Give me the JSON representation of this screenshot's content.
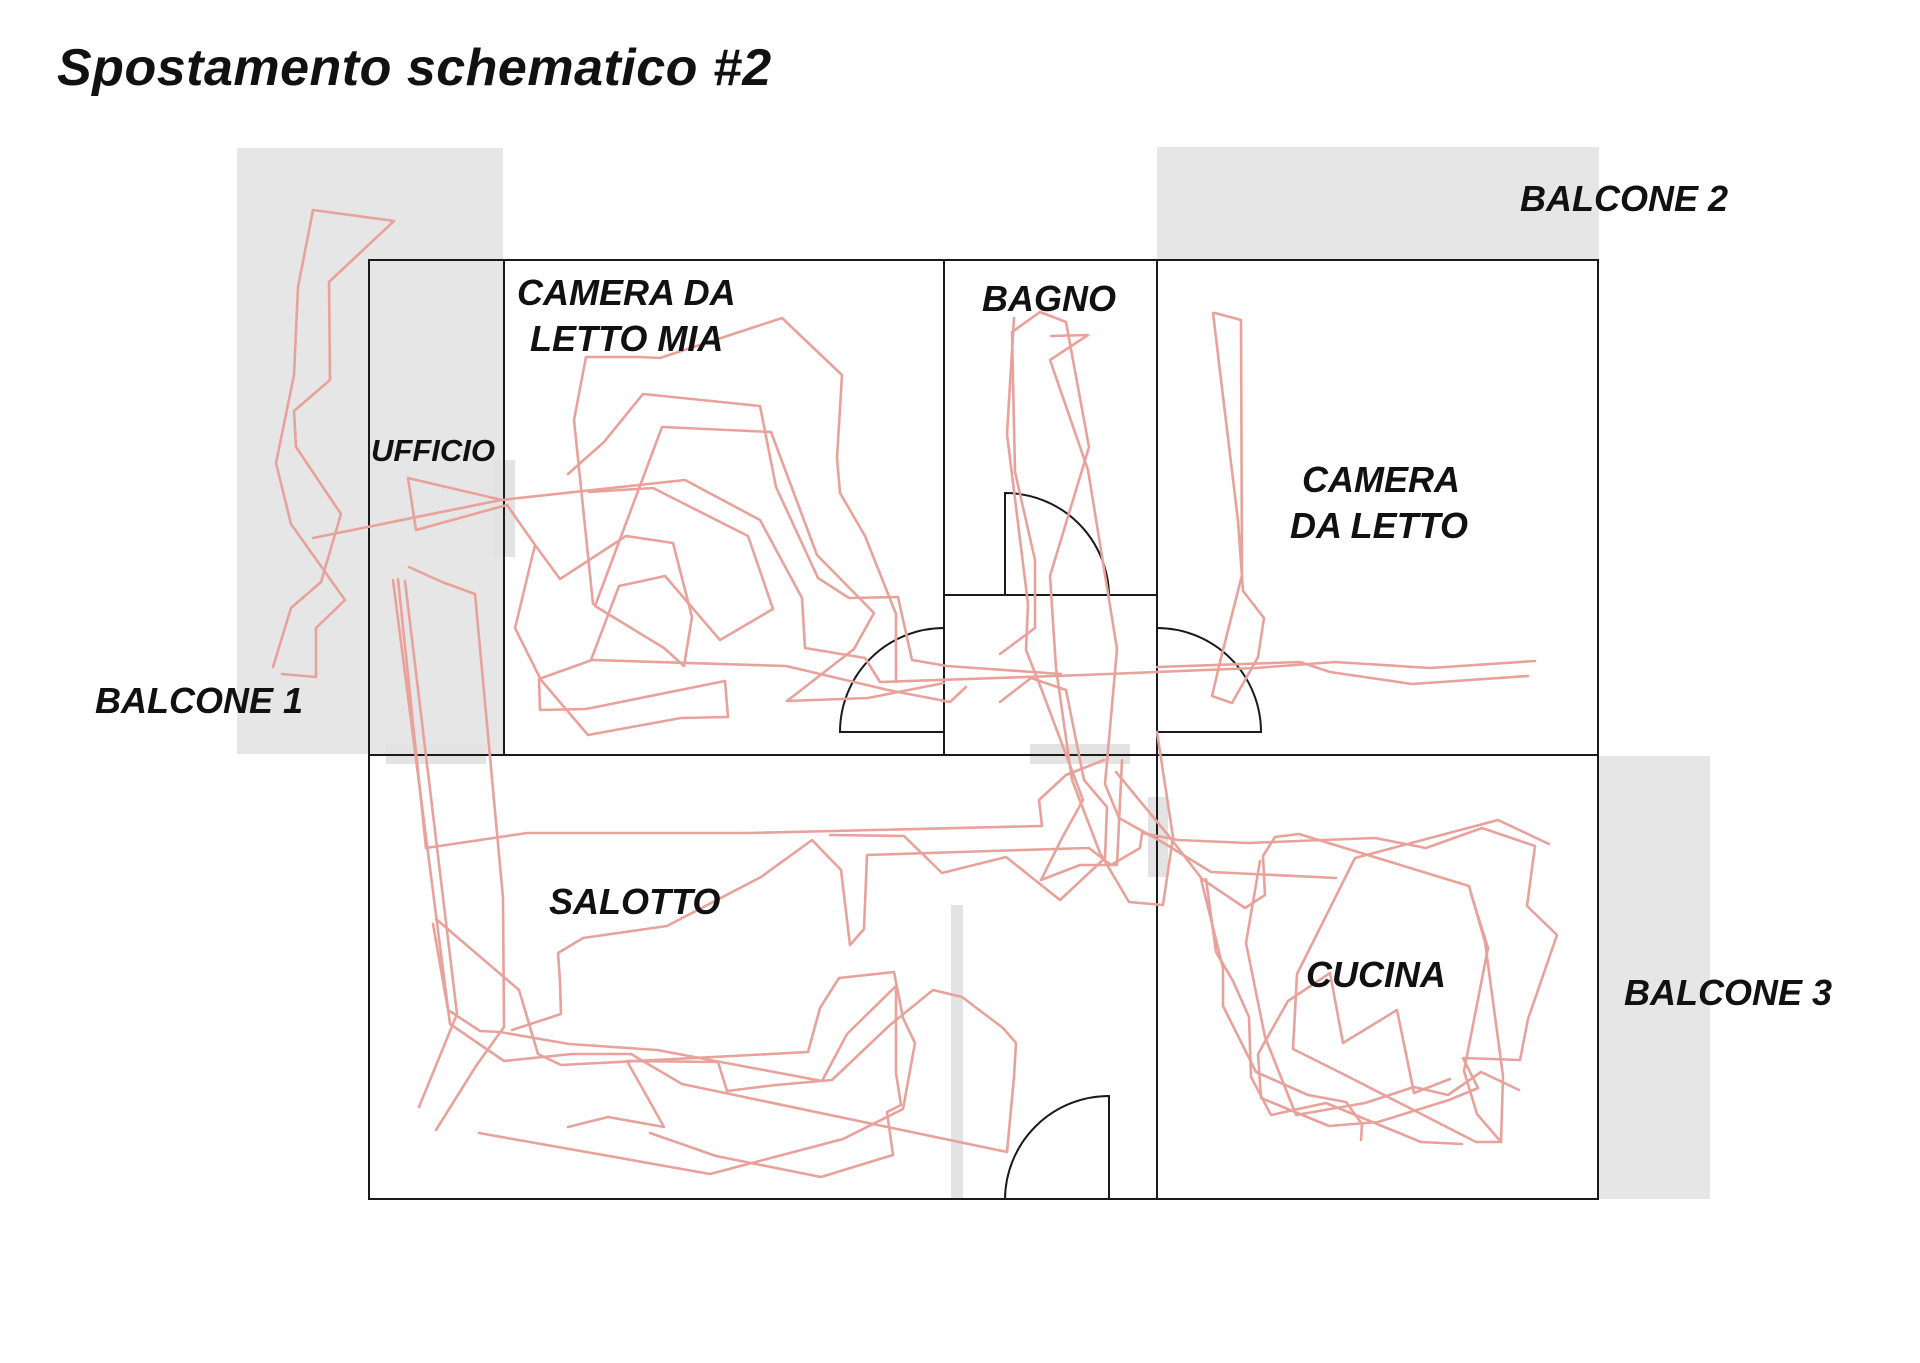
{
  "title": "Spostamento schematico #2",
  "colors": {
    "balcony": "#e6e6e6",
    "path": "#e8a29b",
    "wall": "#1a1a1a",
    "text": "#111111"
  },
  "rooms": {
    "ufficio": "UFFICIO",
    "camera_mia_line1": "CAMERA DA",
    "camera_mia_line2": "LETTO MIA",
    "bagno": "BAGNO",
    "camera_line1": "CAMERA",
    "camera_line2": "DA LETTO",
    "salotto": "SALOTTO",
    "cucina": "CUCINA",
    "balcone1": "BALCONE 1",
    "balcone2": "BALCONE 2",
    "balcone3": "BALCONE 3"
  }
}
